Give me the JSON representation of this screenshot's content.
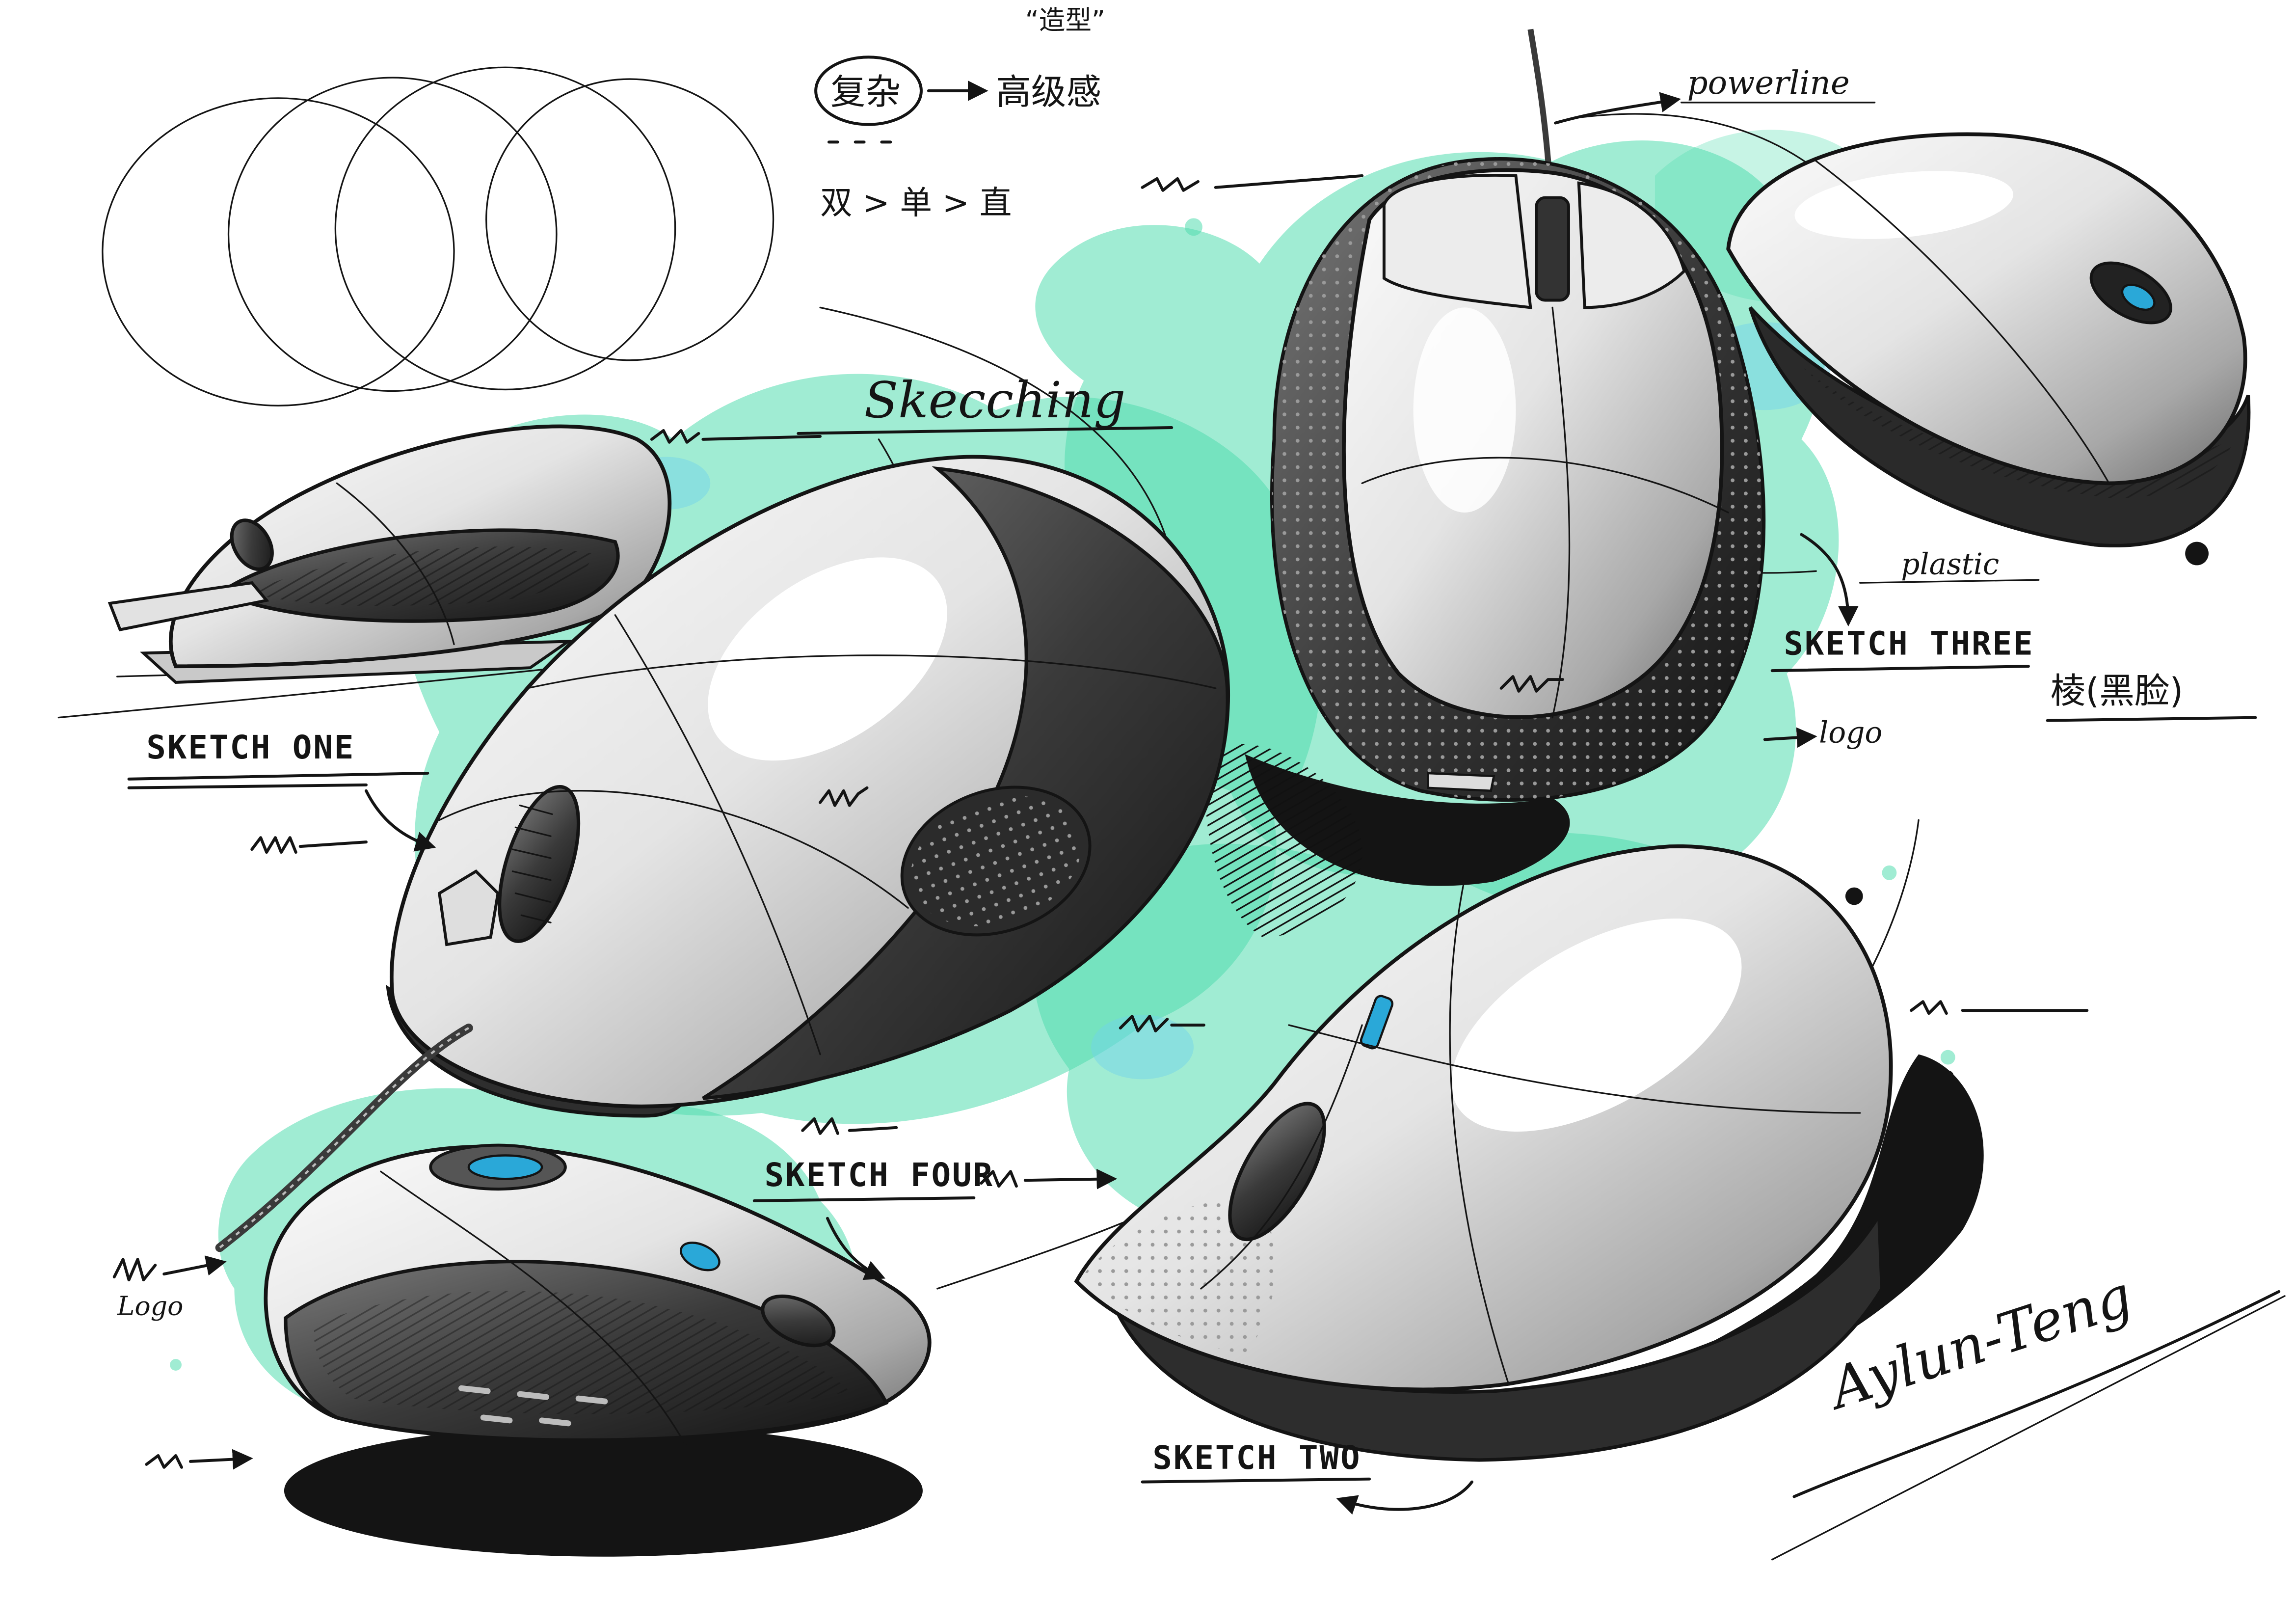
{
  "artwork": {
    "notes": {
      "shape_quote": "“造型”",
      "circled_term": "复杂",
      "result_term": "高级感",
      "sequence": "双 > 单 > 直",
      "sketching": "Skecching",
      "powerline": "powerline",
      "plastic": "plastic",
      "logo_right": "logo",
      "logo_left": "Logo",
      "edge_note": "棱(黑脸)"
    },
    "sketch_labels": {
      "one": "SKETCH ONE",
      "two": "SKETCH TWO",
      "three": "SKETCH THREE",
      "four": "SKETCH FOUR"
    },
    "signature": "Aylun-Teng"
  },
  "colors": {
    "paper": "#ffffff",
    "ink": "#141414",
    "marker_green": "#52dcae",
    "marker_blue": "#6fd3ea",
    "accent_blue": "#2aa8d8"
  }
}
